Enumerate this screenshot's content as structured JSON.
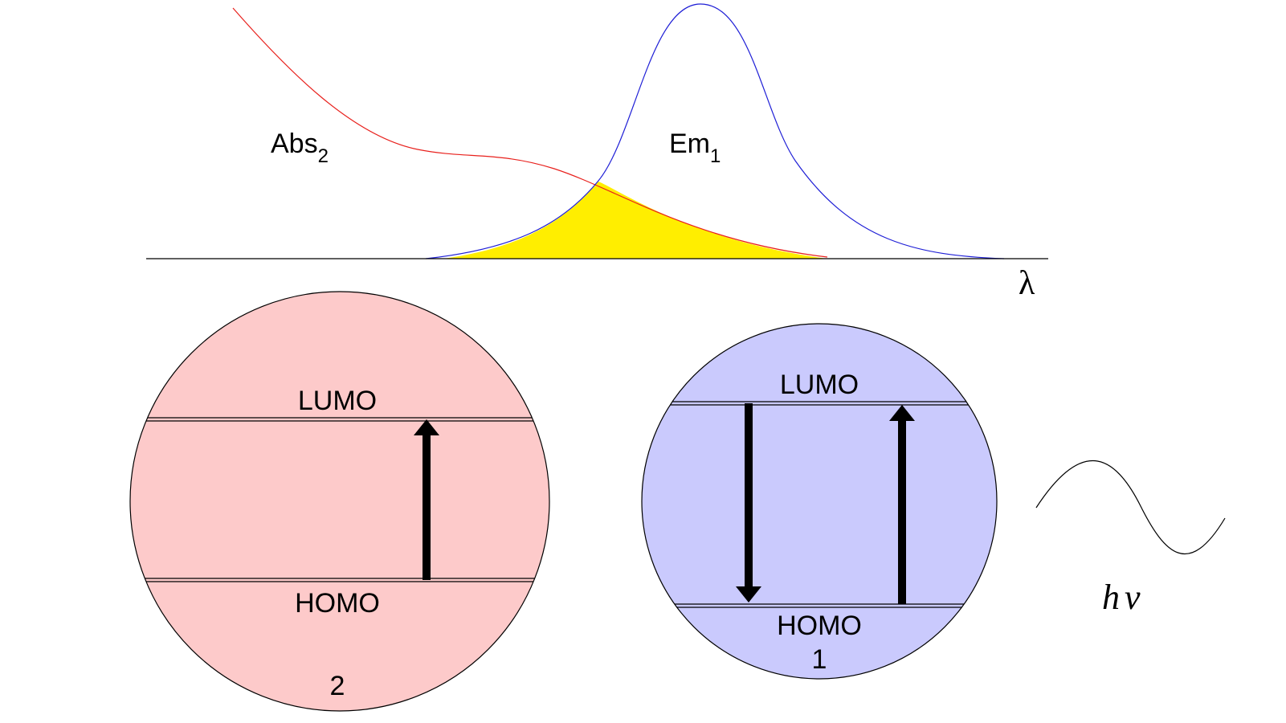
{
  "spectrum": {
    "absorption_label": "Abs",
    "absorption_subscript": "2",
    "emission_label": "Em",
    "emission_subscript": "1",
    "axis_label": "λ",
    "absorption_color": "#e8201c",
    "emission_color": "#1f1fd6",
    "overlap_color": "#ffee00"
  },
  "molecule_2": {
    "lumo_label": "LUMO",
    "homo_label": "HOMO",
    "id_label": "2",
    "fill_color": "#fdcaca",
    "transition": "HOMO to LUMO (upward arrow)"
  },
  "molecule_1": {
    "lumo_label": "LUMO",
    "homo_label": "HOMO",
    "id_label": "1",
    "fill_color": "#cacafd"
  },
  "photon": {
    "h_label": "h",
    "nu_label": "ν"
  }
}
